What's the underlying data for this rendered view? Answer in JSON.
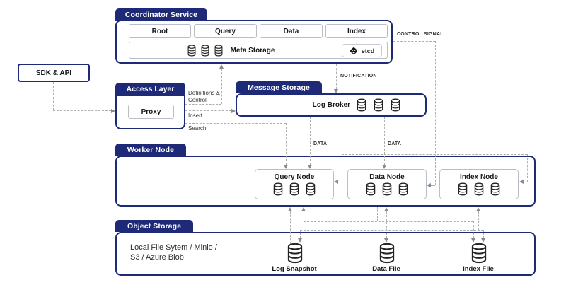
{
  "palette": {
    "navy": "#1e2a78",
    "cell_border": "#b9bdc7",
    "line_gray": "#aeaeae",
    "arrow_gray": "#868b92"
  },
  "coordinator": {
    "title": "Coordinator Service",
    "services": [
      "Root",
      "Query",
      "Data",
      "Index"
    ],
    "meta_storage": "Meta Storage",
    "etcd": "etcd"
  },
  "sdk": {
    "label": "SDK & API"
  },
  "access": {
    "title": "Access Layer",
    "proxy": "Proxy"
  },
  "message": {
    "title": "Message Storage",
    "log_broker": "Log Broker"
  },
  "worker": {
    "title": "Worker Node",
    "nodes": [
      "Query Node",
      "Data Node",
      "Index Node"
    ]
  },
  "object": {
    "title": "Object Storage",
    "backends_line1": "Local File Sytem / Minio /",
    "backends_line2": "S3 / Azure Blob",
    "files": [
      "Log Snapshot",
      "Data File",
      "Index File"
    ]
  },
  "edges": {
    "definitions_line1": "Definitions &",
    "definitions_line2": "Control",
    "insert": "Insert",
    "search": "Search",
    "notification": "NOTIFICATION",
    "control_signal": "CONTROL SIGNAL",
    "data": "DATA"
  }
}
